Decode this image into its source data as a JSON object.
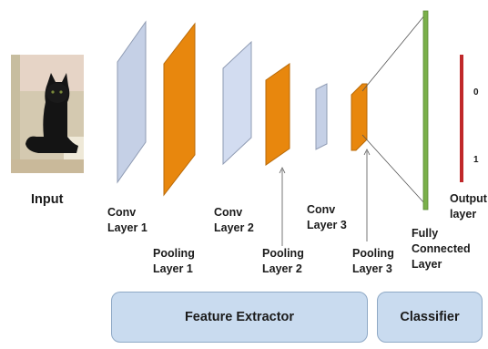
{
  "input": {
    "label": "Input",
    "image_subject": "black cat photo"
  },
  "layers": [
    {
      "lines": [
        "Conv",
        "Layer 1"
      ],
      "color": "#c5d0e6"
    },
    {
      "lines": [
        "Pooling",
        "Layer 1"
      ],
      "color": "#e8870d"
    },
    {
      "lines": [
        "Conv",
        "Layer 2"
      ],
      "color": "#d2dcf0"
    },
    {
      "lines": [
        "Pooling",
        "Layer 2"
      ],
      "color": "#e8870d"
    },
    {
      "lines": [
        "Conv",
        "Layer 3"
      ],
      "color": "#c5d0e6"
    },
    {
      "lines": [
        "Pooling",
        "Layer 3"
      ],
      "color": "#e8870d"
    }
  ],
  "fully_connected": {
    "lines": [
      "Fully",
      "Connected",
      "Layer"
    ],
    "color": "#7ab04a"
  },
  "output": {
    "lines": [
      "Output",
      "layer"
    ],
    "color": "#c0282a",
    "values": [
      "0",
      "1"
    ]
  },
  "sections": {
    "feature_extractor": "Feature Extractor",
    "classifier": "Classifier"
  }
}
